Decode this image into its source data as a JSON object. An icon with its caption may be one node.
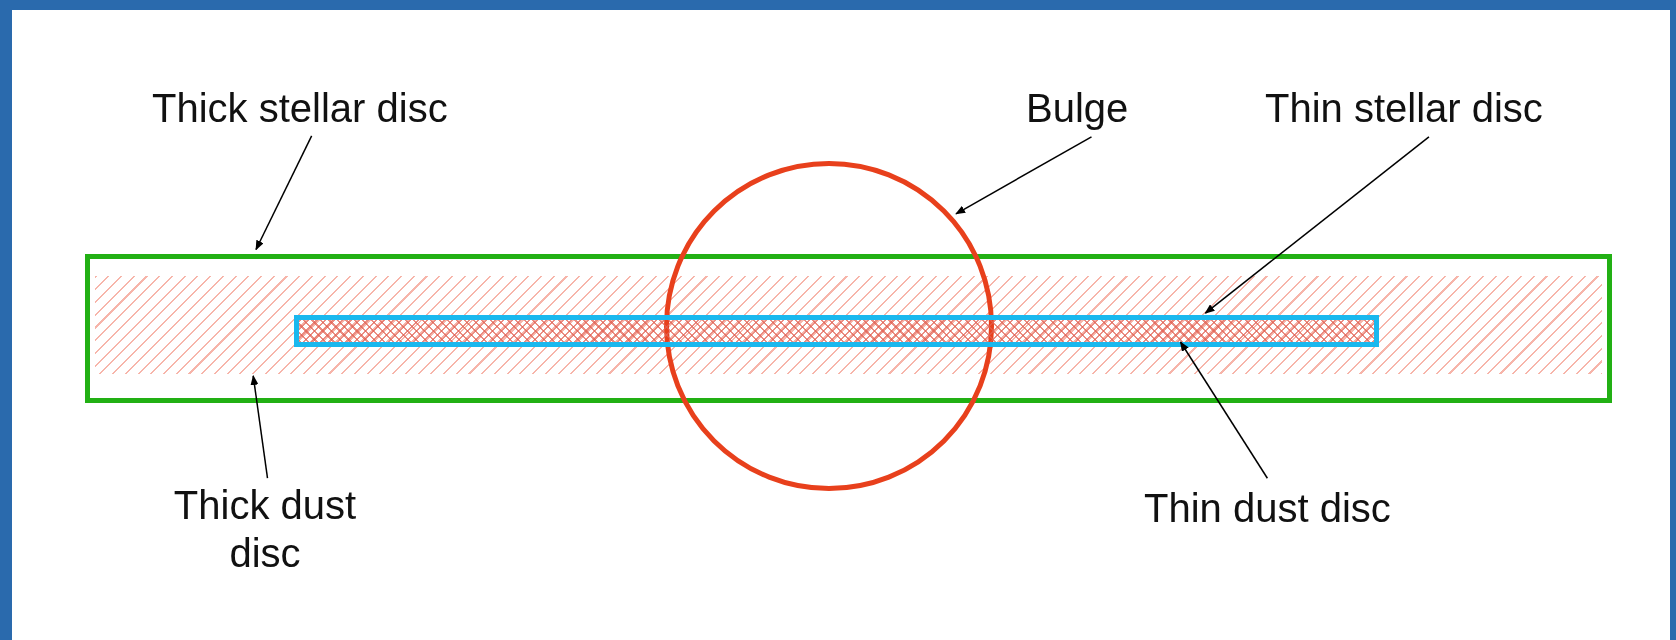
{
  "diagram": {
    "nodes": [
      {
        "text": [
          "Thick stellar disc"
        ]
      },
      {
        "text": [
          "Bulge"
        ]
      },
      {
        "text": [
          "Thin stellar disc"
        ]
      },
      {
        "text": [],
        "shape": "box"
      },
      {
        "text": [],
        "shape": "box",
        "in": 3
      },
      {
        "text": [],
        "shape": "circle"
      },
      {
        "text": [],
        "shape": "box",
        "in": 4
      },
      {
        "text": [],
        "shape": "box",
        "in": 6
      },
      {
        "text": [
          "Thick dust disc"
        ]
      },
      {
        "text": [
          "Thin dust disc"
        ]
      }
    ],
    "edges": [
      {
        "from": 0,
        "to": 3,
        "arrow": "to"
      },
      {
        "from": 1,
        "to": 5,
        "arrow": "to"
      },
      {
        "from": 2,
        "to": 6,
        "arrow": "to"
      },
      {
        "from": 8,
        "to": 4,
        "arrow": "to"
      },
      {
        "from": 9,
        "to": 7,
        "arrow": "to"
      }
    ]
  }
}
